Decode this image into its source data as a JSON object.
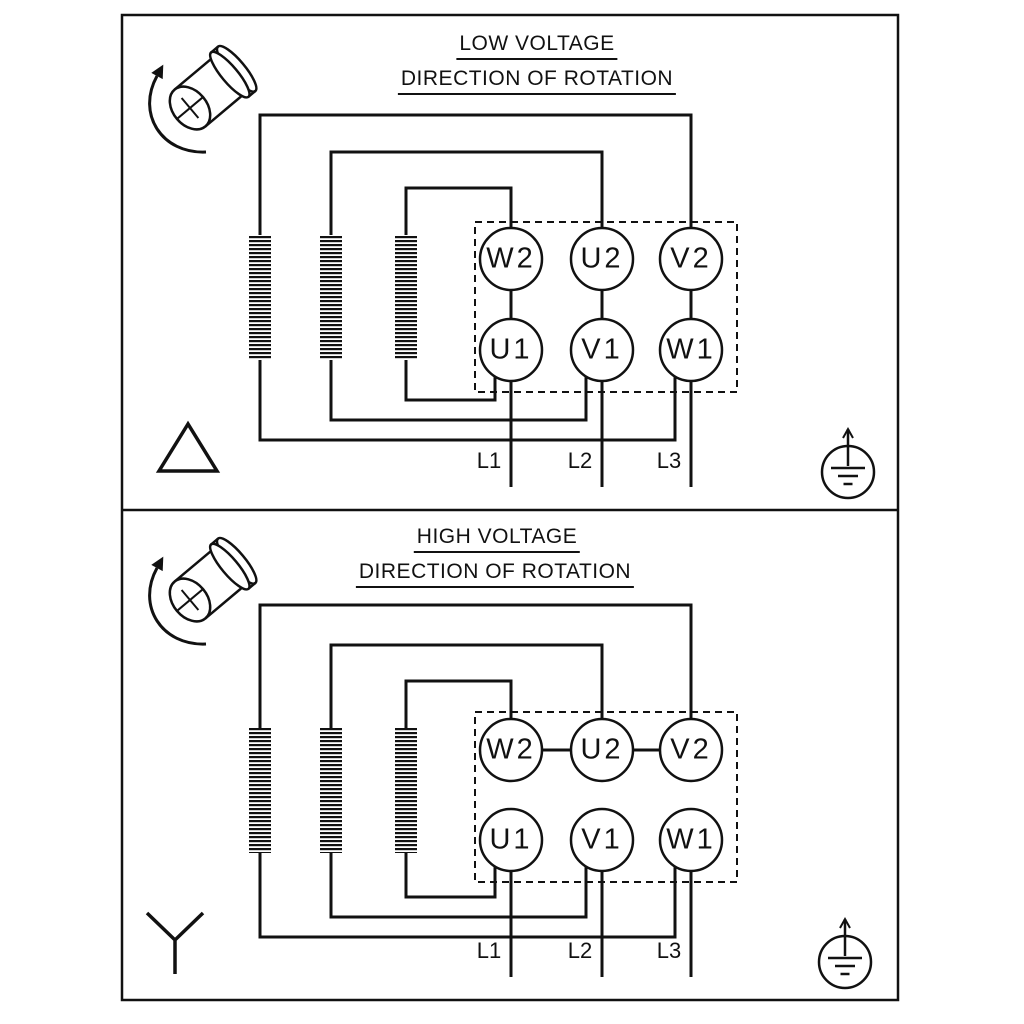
{
  "colors": {
    "ink": "#111111",
    "background": "#ffffff"
  },
  "panels": [
    {
      "name": "low-voltage",
      "title": "LOW VOLTAGE",
      "subtitle": "DIRECTION OF ROTATION",
      "connection": "delta",
      "terminals_top": [
        "W2",
        "U2",
        "V2"
      ],
      "terminals_bottom": [
        "U1",
        "V1",
        "W1"
      ],
      "supply_lines": [
        "L1",
        "L2",
        "L3"
      ],
      "icons": [
        "rotation-direction-icon",
        "winding-coil",
        "delta-symbol",
        "earth-ground-icon"
      ]
    },
    {
      "name": "high-voltage",
      "title": "HIGH VOLTAGE",
      "subtitle": "DIRECTION OF ROTATION",
      "connection": "star",
      "terminals_top": [
        "W2",
        "U2",
        "V2"
      ],
      "terminals_bottom": [
        "U1",
        "V1",
        "W1"
      ],
      "supply_lines": [
        "L1",
        "L2",
        "L3"
      ],
      "icons": [
        "rotation-direction-icon",
        "winding-coil",
        "star-symbol",
        "earth-ground-icon"
      ]
    }
  ]
}
